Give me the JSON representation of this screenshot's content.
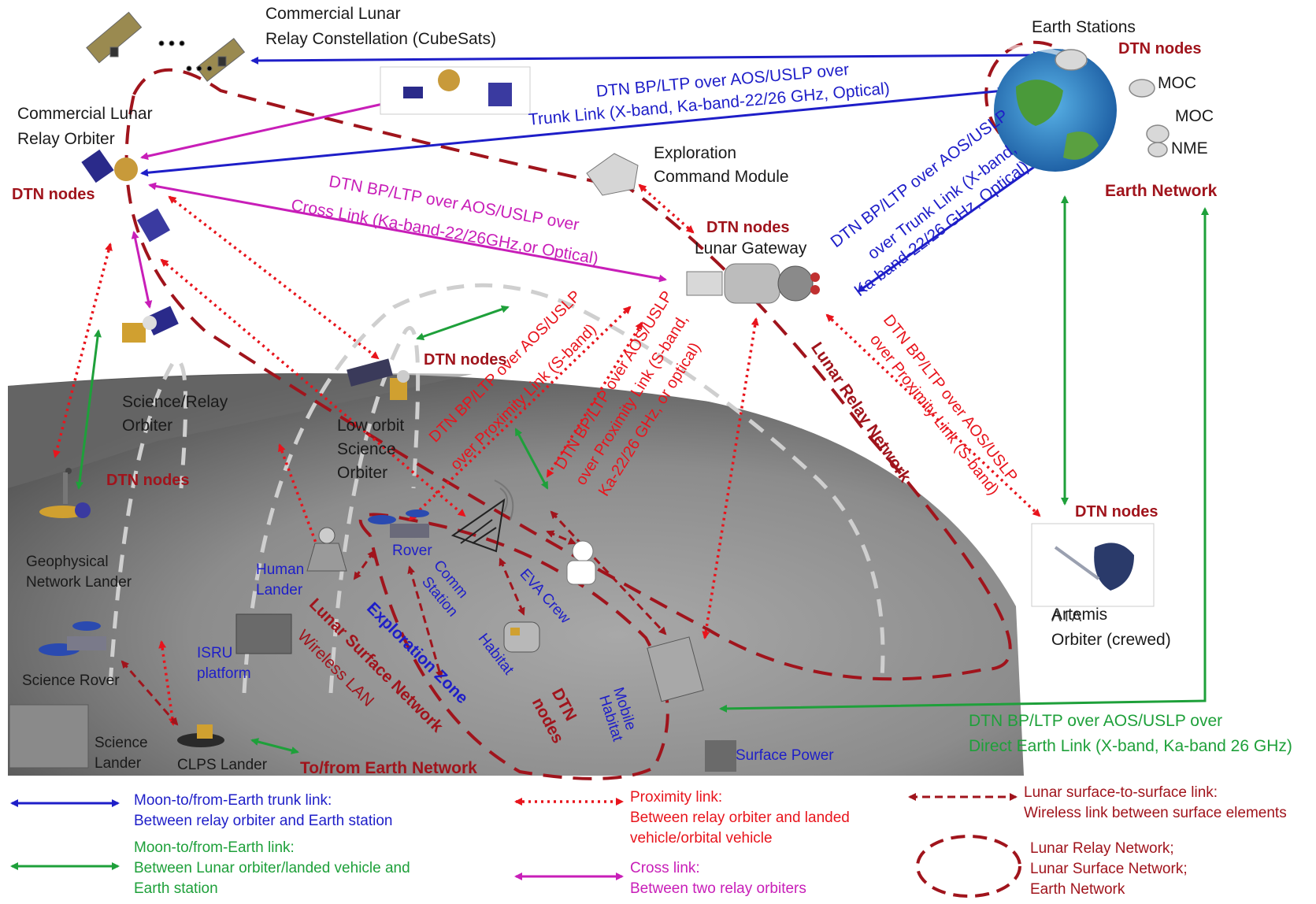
{
  "colors": {
    "trunk_blue": "#1e1ec8",
    "cross_magenta": "#c81eb8",
    "proximity_red": "#e8141c",
    "surface_darkred": "#a0141c",
    "earth_green": "#1ea03a",
    "moon_gray": "#8f8f8f",
    "orbit_gray": "#c8c8c8"
  },
  "nodes": {
    "cubesats_1": "Commercial Lunar",
    "cubesats_2": "Relay Constellation (CubeSats)",
    "relay_orbiter_1": "Commercial Lunar",
    "relay_orbiter_2": "Relay Orbiter",
    "earth_stations": "Earth Stations",
    "moc_1": "MOC",
    "moc_2": "MOC",
    "nme": "NME",
    "earth_network": "Earth Network",
    "exploration_cm_1": "Exploration",
    "exploration_cm_2": "Command Module",
    "lunar_gateway": "Lunar Gateway",
    "science_relay_1": "Science/Relay",
    "science_relay_2": "Orbiter",
    "low_orbit_1": "Low orbit",
    "low_orbit_2": "Science",
    "low_orbit_3": "Orbiter",
    "geophysical_1": "Geophysical",
    "geophysical_2": "Network Lander",
    "science_rover": "Science Rover",
    "science_lander_1": "Science",
    "science_lander_2": "Lander",
    "clps_lander": "CLPS Lander",
    "isru_1": "ISRU",
    "isru_2": "platform",
    "human_lander_1": "Human",
    "human_lander_2": "Lander",
    "rover": "Rover",
    "comm_station_1": "Comm",
    "comm_station_2": "Station",
    "eva_crew": "EVA Crew",
    "habitat": "Habitat",
    "mobile_habitat_1": "Mobile",
    "mobile_habitat_2": "Habitat",
    "surface_power": "Surface Power",
    "artemis_1": "Artemis",
    "artemis_2": "Orbiter (crewed)",
    "artemis_cut": "Λ ΓΛ"
  },
  "dtn_labels": {
    "earth": "DTN nodes",
    "relay_orbiter": "DTN nodes",
    "gateway": "DTN nodes",
    "low_orbit": "DTN nodes",
    "geophysical": "DTN nodes",
    "artemis": "DTN nodes",
    "surface_1": "DTN",
    "surface_2": "nodes"
  },
  "link_labels": {
    "trunk_1": "DTN BP/LTP over AOS/USLP over",
    "trunk_2": "Trunk Link (X-band, Ka-band-22/26 GHz, Optical)",
    "cross_1": "DTN BP/LTP over AOS/USLP over",
    "cross_2": "Cross Link (Ka-band-22/26GHz,or Optical)",
    "gw_trunk_1": "DTN BP/LTP over AOS/USLP",
    "gw_trunk_2": "over Trunk Link (X-band,",
    "gw_trunk_3": "Ka-band-22/26 GHz, Optical)",
    "prox_s_1": "DTN BP/LTP over AOS/USLP",
    "prox_s_2": "over Proximity Link (S-band)",
    "prox_opt_1": "DTN BP/LTP over AOS/USLP",
    "prox_opt_2": "over Proximity Link (S-band,",
    "prox_opt_3": "Ka-22/26 GHz, or optical)",
    "prox_art_1": "DTN BP/LTP over AOS/USLP",
    "prox_art_2": "over Proximity Link (S-band)",
    "direct_1": "DTN BP/LTP over AOS/USLP over",
    "direct_2": "Direct Earth Link (X-band, Ka-band 26 GHz)"
  },
  "network_labels": {
    "lunar_relay": "Lunar Relay Network",
    "lunar_surface": "Lunar Surface Network",
    "wireless_lan": "Wireless LAN",
    "exploration_zone": "Exploration Zone",
    "to_from_earth": "To/from Earth Network"
  },
  "legend": {
    "trunk_1": "Moon-to/from-Earth trunk link:",
    "trunk_2": "Between relay orbiter and Earth station",
    "earth_1": "Moon-to/from-Earth link:",
    "earth_2": "Between Lunar orbiter/landed vehicle and",
    "earth_3": "Earth station",
    "prox_1": "Proximity link:",
    "prox_2": "Between relay orbiter and landed",
    "prox_3": "vehicle/orbital  vehicle",
    "cross_1": "Cross link:",
    "cross_2": "Between two relay orbiters",
    "surface_1": "Lunar surface-to-surface link:",
    "surface_2": "Wireless link between surface elements",
    "net_1": "Lunar Relay Network;",
    "net_2": "Lunar Surface Network;",
    "net_3": "Earth Network"
  },
  "icons": [
    "satellite-icon",
    "cubesat-icon",
    "earth-globe-icon",
    "dish-antenna-icon",
    "gateway-station-icon",
    "lander-icon",
    "rover-icon",
    "comm-tower-icon",
    "astronaut-icon",
    "habitat-icon",
    "capsule-icon"
  ]
}
